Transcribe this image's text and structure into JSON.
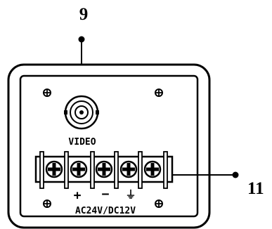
{
  "callouts": {
    "top_label": "9",
    "right_label": "11"
  },
  "panel": {
    "video_label": "VIDEO",
    "plus_symbol": "+",
    "minus_symbol": "−",
    "ground_symbol": "⏚",
    "power_label": "AC24V/DC12V"
  },
  "icons": {
    "screw": "screw-icon",
    "bnc": "bnc-connector-icon",
    "terminal": "terminal-screw-icon"
  },
  "colors": {
    "ink": "#000000",
    "paper": "#ffffff"
  }
}
